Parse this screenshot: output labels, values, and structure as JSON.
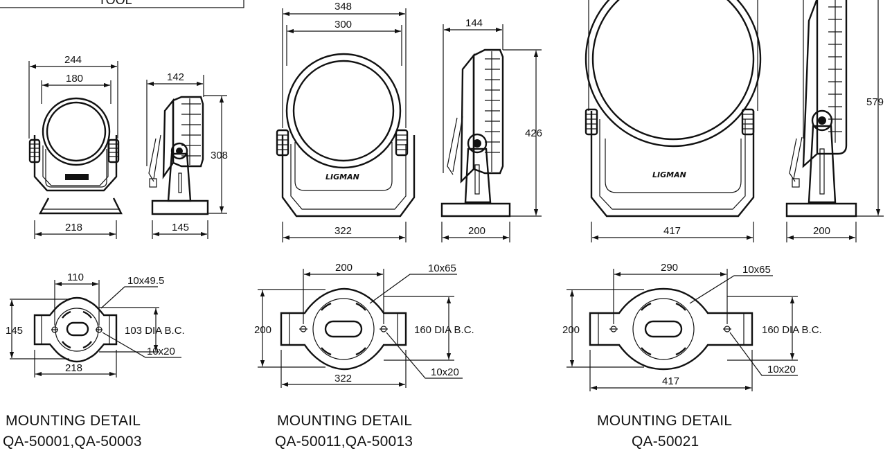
{
  "header": {
    "label": "TOOL"
  },
  "brand": {
    "logo_text": "LIGMAN"
  },
  "units": [
    {
      "front": {
        "overall_width": "244",
        "lens_width": "180",
        "base_width": "218"
      },
      "side": {
        "depth": "142",
        "height": "308",
        "base": "145"
      },
      "mount": {
        "top": "110",
        "slot": "10x49.5",
        "height": "145",
        "bolt_circle": "103 DIA B.C.",
        "hole": "10x20",
        "width": "218"
      },
      "caption": {
        "line1": "MOUNTING DETAIL",
        "line2": "QA-50001,QA-50003"
      }
    },
    {
      "front": {
        "overall_width": "348",
        "lens_width": "300",
        "base_width": "322"
      },
      "side": {
        "depth": "144",
        "height": "426",
        "base": "200"
      },
      "mount": {
        "top": "200",
        "slot": "10x65",
        "height": "200",
        "bolt_circle": "160 DIA B.C.",
        "hole": "10x20",
        "width": "322"
      },
      "caption": {
        "line1": "MOUNTING DETAIL",
        "line2": "QA-50011,QA-50013"
      }
    },
    {
      "front": {
        "base_width": "417"
      },
      "side": {
        "height": "579",
        "base": "200"
      },
      "mount": {
        "top": "290",
        "slot": "10x65",
        "height": "200",
        "bolt_circle": "160 DIA B.C.",
        "hole": "10x20",
        "width": "417"
      },
      "caption": {
        "line1": "MOUNTING DETAIL",
        "line2": "QA-50021"
      }
    }
  ]
}
